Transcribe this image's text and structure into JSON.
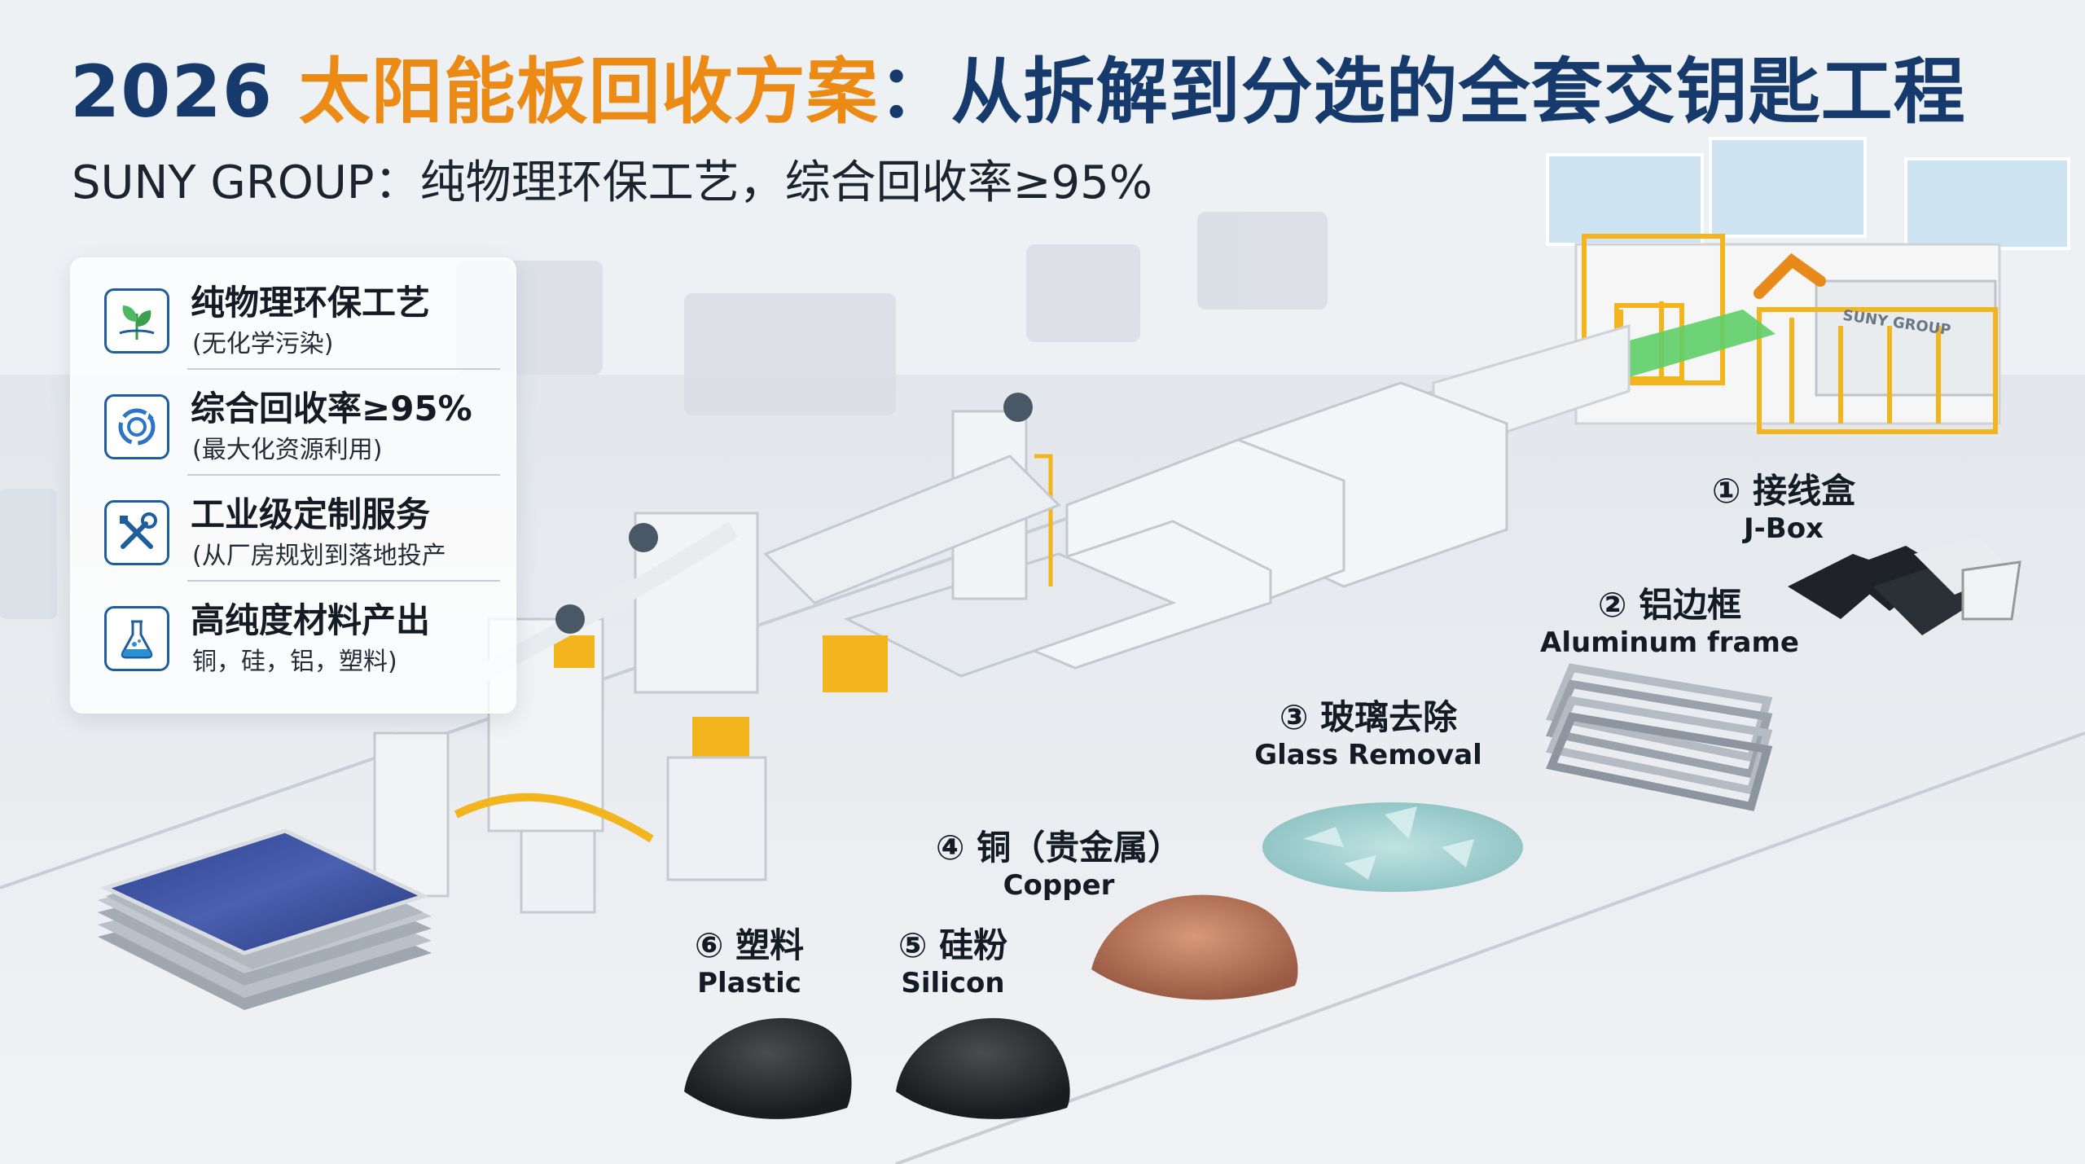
{
  "header": {
    "title_year": "2026",
    "title_accent": "太阳能板回收方案",
    "title_main": "：从拆解到分选的全套交钥匙工程",
    "subtitle": "SUNY GROUP：纯物理环保工艺，综合回收率≥95%"
  },
  "features": [
    {
      "title": "纯物理环保工艺",
      "subtitle": "(无化学污染)",
      "icon": "leaf-icon"
    },
    {
      "title": "综合回收率≥95%",
      "subtitle": "(最大化资源利用)",
      "icon": "recycle-icon"
    },
    {
      "title": "工业级定制服务",
      "subtitle": "(从厂房规划到落地投产",
      "icon": "tools-icon"
    },
    {
      "title": "高纯度材料产出",
      "subtitle": "铜，硅，铝，塑料)",
      "icon": "flask-icon"
    }
  ],
  "materials": [
    {
      "cn": "① 接线盒",
      "en": "J-Box"
    },
    {
      "cn": "② 铝边框",
      "en": "Aluminum frame"
    },
    {
      "cn": "③ 玻璃去除",
      "en": "Glass Removal"
    },
    {
      "cn": "④ 铜（贵金属）",
      "en": "Copper"
    },
    {
      "cn": "⑤ 硅粉",
      "en": "Silicon"
    },
    {
      "cn": "⑥ 塑料",
      "en": "Plastic"
    }
  ],
  "machine_logo": "SUNY GROUP",
  "colors": {
    "brand_blue": "#163a6c",
    "accent_orange": "#eb8b16",
    "machine_yellow": "#f2b51e",
    "conveyor_green": "#4fc45a"
  }
}
